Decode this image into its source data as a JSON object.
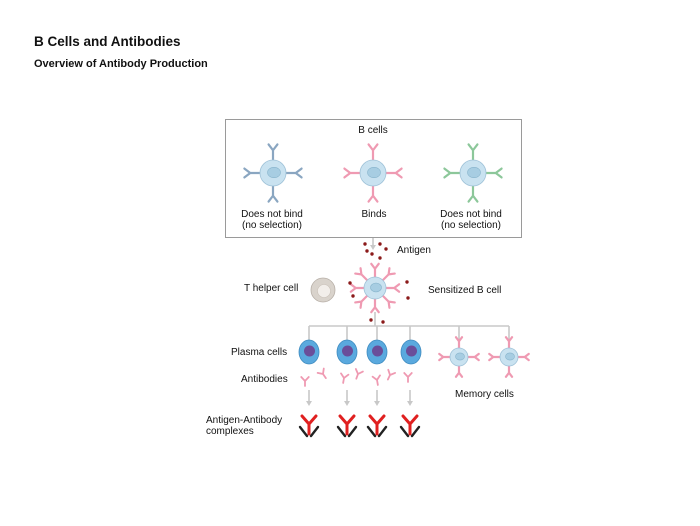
{
  "title": "B Cells and Antibodies",
  "subtitle": "Overview of Antibody Production",
  "panel": {
    "heading": "B cells",
    "cells": [
      {
        "label1": "Does not bind",
        "label2": "(no selection)",
        "receptor_color": "#8aa6c1"
      },
      {
        "label1": "Binds",
        "label2": "",
        "receptor_color": "#ef9ab2"
      },
      {
        "label1": "Does not bind",
        "label2": "(no selection)",
        "receptor_color": "#8cc79a"
      }
    ]
  },
  "labels": {
    "antigen": "Antigen",
    "t_helper": "T helper cell",
    "sensitized": "Sensitized B cell",
    "plasma": "Plasma cells",
    "antibodies": "Antibodies",
    "memory": "Memory cells",
    "complex_1": "Antigen-Antibody",
    "complex_2": "complexes"
  },
  "colors": {
    "cell_fill": "#c9e2f0",
    "nucleus": "#a7cde2",
    "plasma_body": "#5aa9de",
    "plasma_nucleus": "#6a4e9a",
    "antigen": "#8b1a1a",
    "complex_red": "#e02020",
    "connector": "#c8c8c8",
    "t_helper": "#d9d3cc"
  }
}
